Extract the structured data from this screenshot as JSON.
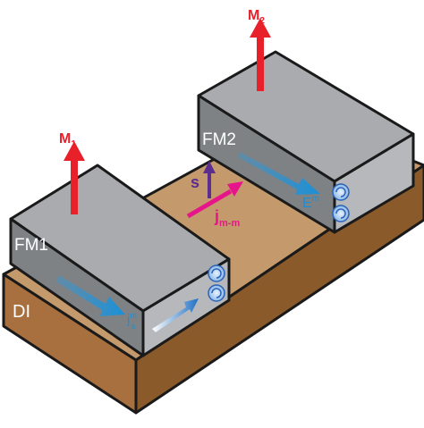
{
  "labels": {
    "m1_main": "M",
    "m1_sub": "1",
    "m2_main": "M",
    "m2_sub": "2",
    "fm1": "FM1",
    "fm2": "FM2",
    "di": "DI",
    "s": "s",
    "j_main": "j",
    "j_sub": "m-m",
    "jm_main": "j",
    "jm_sup": "m",
    "jm_sub": "s",
    "e_main": "E",
    "e_sup": "m"
  },
  "colors": {
    "magnetization": "#e8202a",
    "substrate_top": "#c49a6c",
    "substrate_front": "#a8703f",
    "substrate_side": "#8b5a2b",
    "block_top": "#a9abae",
    "block_front": "#7f8285",
    "block_side": "#b6b8bb",
    "spin": "#5b2d8e",
    "current": "#e6168a",
    "arrow_blue": "#1b8fd6",
    "text_white": "#ffffff"
  }
}
